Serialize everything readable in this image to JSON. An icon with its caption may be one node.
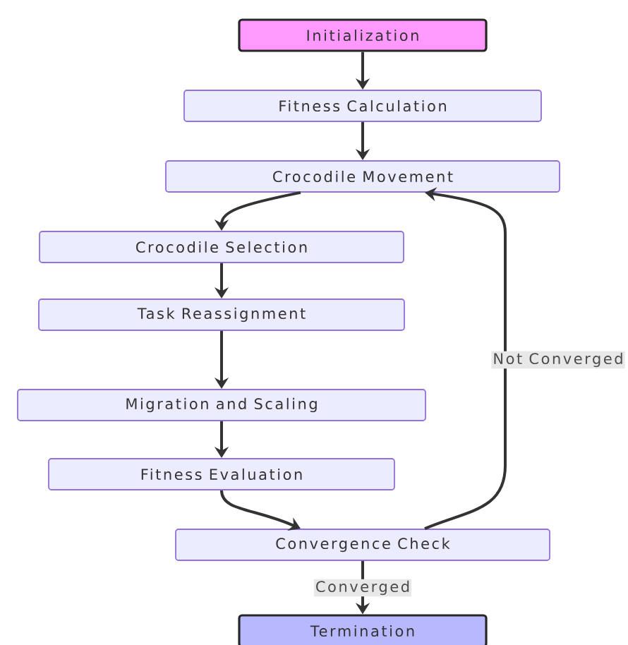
{
  "diagram": {
    "nodes": [
      {
        "text": [
          "Initialization"
        ]
      },
      {
        "text": [
          "Fitness Calculation"
        ]
      },
      {
        "text": [
          "Crocodile Movement"
        ]
      },
      {
        "text": [
          "Crocodile Selection"
        ]
      },
      {
        "text": [
          "Task Reassignment"
        ]
      },
      {
        "text": [
          "Migration and Scaling"
        ]
      },
      {
        "text": [
          "Fitness Evaluation"
        ]
      },
      {
        "text": [
          "Convergence Check"
        ]
      },
      {
        "text": [
          "Termination"
        ]
      }
    ],
    "edges": [
      {
        "from": 0,
        "to": 1,
        "arrow": "to"
      },
      {
        "from": 1,
        "to": 2,
        "arrow": "to"
      },
      {
        "from": 2,
        "to": 3,
        "arrow": "to"
      },
      {
        "from": 3,
        "to": 4,
        "arrow": "to"
      },
      {
        "from": 4,
        "to": 5,
        "arrow": "to"
      },
      {
        "from": 5,
        "to": 6,
        "arrow": "to"
      },
      {
        "from": 6,
        "to": 7,
        "arrow": "to"
      },
      {
        "from": 7,
        "to": 2,
        "arrow": "to",
        "label": "Not Converged"
      },
      {
        "from": 7,
        "to": 8,
        "arrow": "to",
        "label": "Converged"
      }
    ]
  }
}
